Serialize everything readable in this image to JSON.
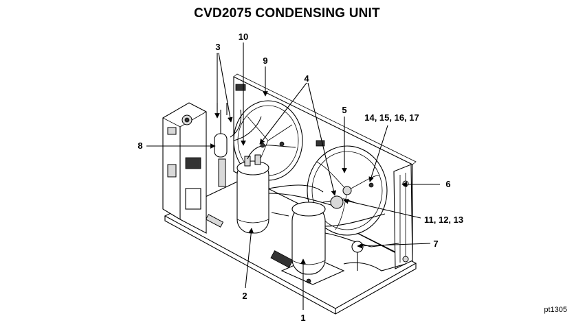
{
  "title": "CVD2075 CONDENSING UNIT",
  "figure_ref": "pt1305",
  "callouts": {
    "c1": "1",
    "c2": "2",
    "c3": "3",
    "c4": "4",
    "c5": "5",
    "c6": "6",
    "c7": "7",
    "c8": "8",
    "c9": "9",
    "c10": "10",
    "c11": "11, 12, 13",
    "c14": "14, 15, 16, 17"
  }
}
